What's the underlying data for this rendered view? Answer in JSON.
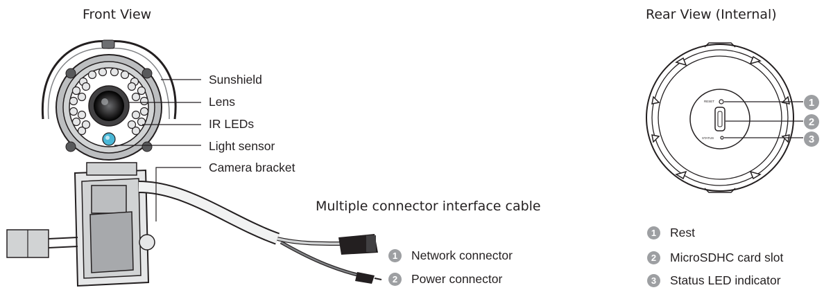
{
  "front": {
    "title": "Front View",
    "callouts": [
      "Sunshield",
      "Lens",
      "IR LEDs",
      "Light sensor",
      "Camera bracket"
    ]
  },
  "rear": {
    "title": "Rear View (Internal)",
    "markers": [
      "1",
      "2",
      "3"
    ],
    "panel_labels": [
      "RESET",
      "STATUS"
    ]
  },
  "cable": {
    "title": "Multiple connector interface cable",
    "items": [
      {
        "num": "1",
        "label": "Network connector"
      },
      {
        "num": "2",
        "label": "Power connector"
      }
    ]
  },
  "rear_legend": [
    {
      "num": "1",
      "label": "Rest"
    },
    {
      "num": "2",
      "label": "MicroSDHC card slot"
    },
    {
      "num": "3",
      "label": "Status LED indicator"
    }
  ],
  "colors": {
    "badge": "#9d9fa2",
    "text": "#231f20",
    "lens_accent": "#4ab7d6"
  }
}
